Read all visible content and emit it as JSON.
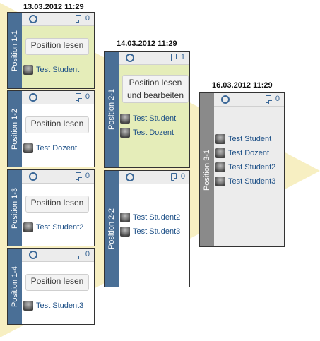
{
  "columns": [
    {
      "date": "13.03.2012 11:29",
      "cards": [
        {
          "title": "Position 1-1",
          "count": "0",
          "button": "Position lesen",
          "users": [
            "Test Student"
          ]
        },
        {
          "title": "Position 1-2",
          "count": "0",
          "button": "Position lesen",
          "users": [
            "Test Dozent"
          ]
        },
        {
          "title": "Position 1-3",
          "count": "0",
          "button": "Position lesen",
          "users": [
            "Test Student2"
          ]
        },
        {
          "title": "Position 1-4",
          "count": "0",
          "button": "Position lesen",
          "users": [
            "Test Student3"
          ]
        }
      ]
    },
    {
      "date": "14.03.2012 11:29",
      "cards": [
        {
          "title": "Position 2-1",
          "count": "1",
          "button_line1": "Position lesen",
          "button_line2": "und bearbeiten",
          "users": [
            "Test Student",
            "Test Dozent"
          ]
        },
        {
          "title": "Position 2-2",
          "count": "0",
          "users": [
            "Test Student2",
            "Test Student3"
          ]
        }
      ]
    },
    {
      "date": "16.03.2012 11:29",
      "cards": [
        {
          "title": "Position 3-1",
          "count": "0",
          "users": [
            "Test Student",
            "Test Dozent",
            "Test Student2",
            "Test Student3"
          ]
        }
      ]
    }
  ],
  "colors": {
    "active_card": "#e5edb9",
    "sidebar": "#4a6f96",
    "flow_arrow": "#f6eec0",
    "link": "#1c4f86"
  }
}
